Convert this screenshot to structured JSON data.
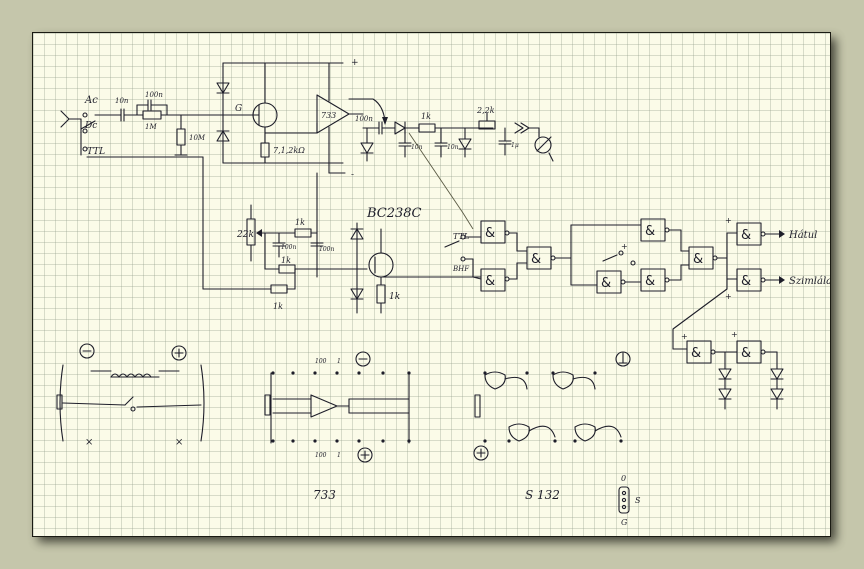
{
  "diagram": {
    "labels": {
      "ac": "Ac",
      "dc": "Dc",
      "ttl_in": "TTL",
      "c_10n": "10n",
      "c_100n": "100n",
      "r_1m": "1M",
      "r_10m": "10M",
      "fet_g": "G",
      "r_71k": "7,1,2kΩ",
      "amp_733": "733",
      "plus": "+",
      "minus": "-",
      "c_100n_b": "100n",
      "r_1k": "1k",
      "r_22k": "2,2k",
      "c_10n_b": "10n",
      "c_10n_c": "10n",
      "c_1u": "1μ",
      "pot_22k": "22k",
      "r_1k_b": "1k",
      "c_100n_c": "100n",
      "c_100n_d": "100n",
      "bc238c": "BC238C",
      "r_1k_c": "1k",
      "r_1k_d": "1k",
      "r_1k_e": "1k",
      "ttl_sel": "TTL",
      "bhf_sel": "BHF",
      "out_hatul": "Hátul",
      "out_szimlala": "Szimlála",
      "pin_top_100": "100",
      "pin_top_1": "1",
      "pin_bot_100": "100",
      "pin_bot_1": "1",
      "ic_733": "733",
      "ic_s132": "S 132",
      "conn_0": "0",
      "conn_s": "S",
      "conn_g": "G"
    }
  }
}
